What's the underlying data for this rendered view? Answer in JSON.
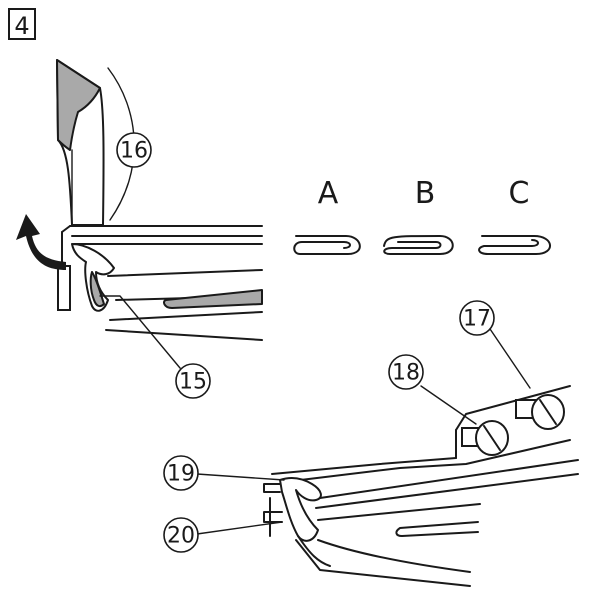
{
  "step_number": "4",
  "variant_labels": [
    "A",
    "B",
    "C"
  ],
  "callouts": {
    "c15": "15",
    "c16": "16",
    "c17": "17",
    "c18": "18",
    "c19": "19",
    "c20": "20"
  }
}
